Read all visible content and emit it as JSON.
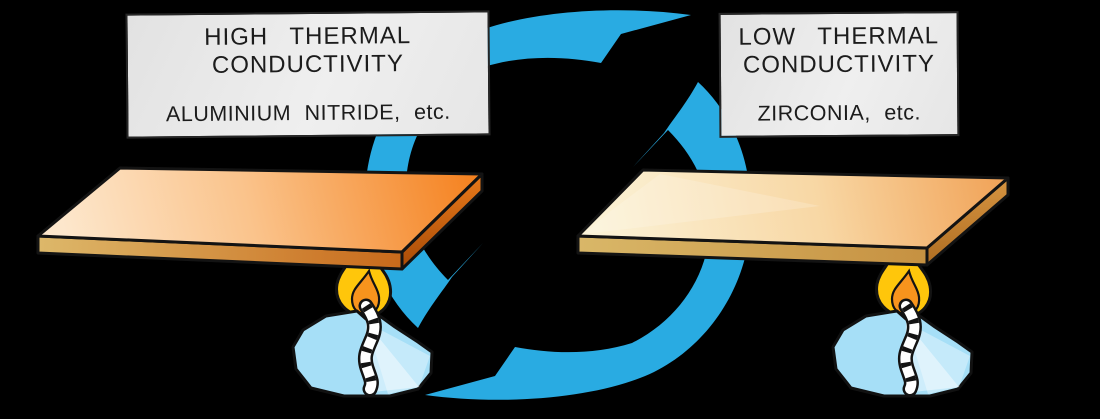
{
  "labels": {
    "left_box": {
      "heading_line1": "HIGH THERMAL",
      "heading_line2": "CONDUCTIVITY",
      "material_line": "ALUMINIUM NITRIDE, etc."
    },
    "right_box": {
      "heading_line1": "LOW THERMAL",
      "heading_line2": "CONDUCTIVITY",
      "material_line": "ZIRCONIA, etc."
    }
  },
  "colors": {
    "background": "#000000",
    "cycle_arrow_blue": "#29ABE2",
    "label_box_bg": "#E9E9E9",
    "label_text": "#1C1C1C",
    "hot_plate_deep_orange": "#F58220",
    "hot_plate_light_peach": "#FDE7CC",
    "cool_plate_cream": "#FBF2D6",
    "cool_plate_light_orange": "#F1A358",
    "plate_edge_tan": "#DDB86A",
    "plate_edge_brown": "#C96A1B",
    "flame_outer_yellow": "#FFC60B",
    "flame_inner_orange": "#F7941D",
    "wick_white": "#FFFFFF",
    "burner_body_blue": "#A6DFF7",
    "burner_highlight_blue": "#CFEFFC",
    "outline_black": "#131313"
  }
}
